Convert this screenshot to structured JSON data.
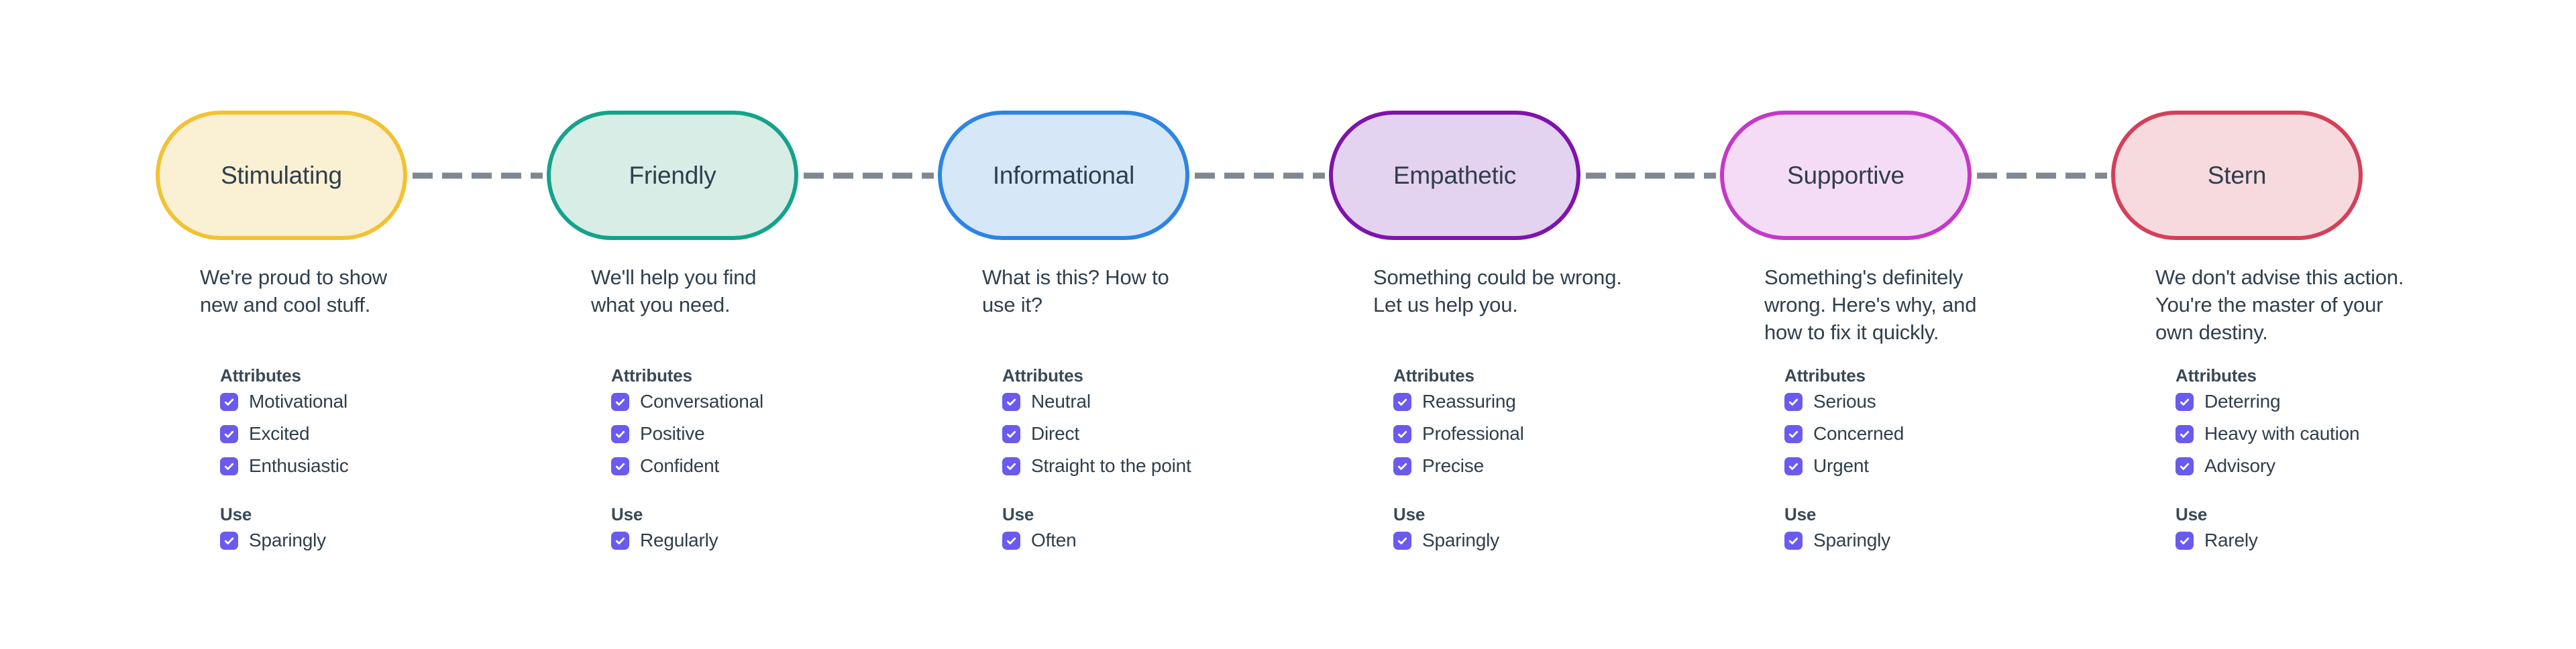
{
  "palette": {
    "background": "#FFFFFF",
    "text": "#30404E",
    "connector": "#7E8893",
    "checkbox": "#6A5AEF",
    "check_glyph": "#FFFFFF"
  },
  "diagram": {
    "nodes": [
      {
        "label": "Stimulating",
        "colors": {
          "border": "#F2C233",
          "fill": "#FAF0D3"
        },
        "description": "We're proud to show\nnew and cool stuff.",
        "attributes_heading": "Attributes",
        "attributes": [
          "Motivational",
          "Excited",
          "Enthusiastic"
        ],
        "use_heading": "Use",
        "use": "Sparingly"
      },
      {
        "label": "Friendly",
        "colors": {
          "border": "#14A38A",
          "fill": "#D7EDE6"
        },
        "description": "We'll help you find\nwhat you need.",
        "attributes_heading": "Attributes",
        "attributes": [
          "Conversational",
          "Positive",
          "Confident"
        ],
        "use_heading": "Use",
        "use": "Regularly"
      },
      {
        "label": "Informational",
        "colors": {
          "border": "#2E84E2",
          "fill": "#D6E7F8"
        },
        "description": "What is this? How to\nuse it?",
        "attributes_heading": "Attributes",
        "attributes": [
          "Neutral",
          "Direct",
          "Straight to the point"
        ],
        "use_heading": "Use",
        "use": "Often"
      },
      {
        "label": "Empathetic",
        "colors": {
          "border": "#7E14AC",
          "fill": "#E4D2F1"
        },
        "description": "Something could be wrong.\nLet us help you.",
        "attributes_heading": "Attributes",
        "attributes": [
          "Reassuring",
          "Professional",
          "Precise"
        ],
        "use_heading": "Use",
        "use": "Sparingly"
      },
      {
        "label": "Supportive",
        "colors": {
          "border": "#C438C8",
          "fill": "#F5DCF6"
        },
        "description": "Something's definitely\nwrong. Here's why, and\nhow to fix it quickly.",
        "attributes_heading": "Attributes",
        "attributes": [
          "Serious",
          "Concerned",
          "Urgent"
        ],
        "use_heading": "Use",
        "use": "Sparingly"
      },
      {
        "label": "Stern",
        "colors": {
          "border": "#D44059",
          "fill": "#F7DADE"
        },
        "description": "We don't advise this action.\nYou're the master of your\nown destiny.",
        "attributes_heading": "Attributes",
        "attributes": [
          "Deterring",
          "Heavy with caution",
          "Advisory"
        ],
        "use_heading": "Use",
        "use": "Rarely"
      }
    ]
  }
}
